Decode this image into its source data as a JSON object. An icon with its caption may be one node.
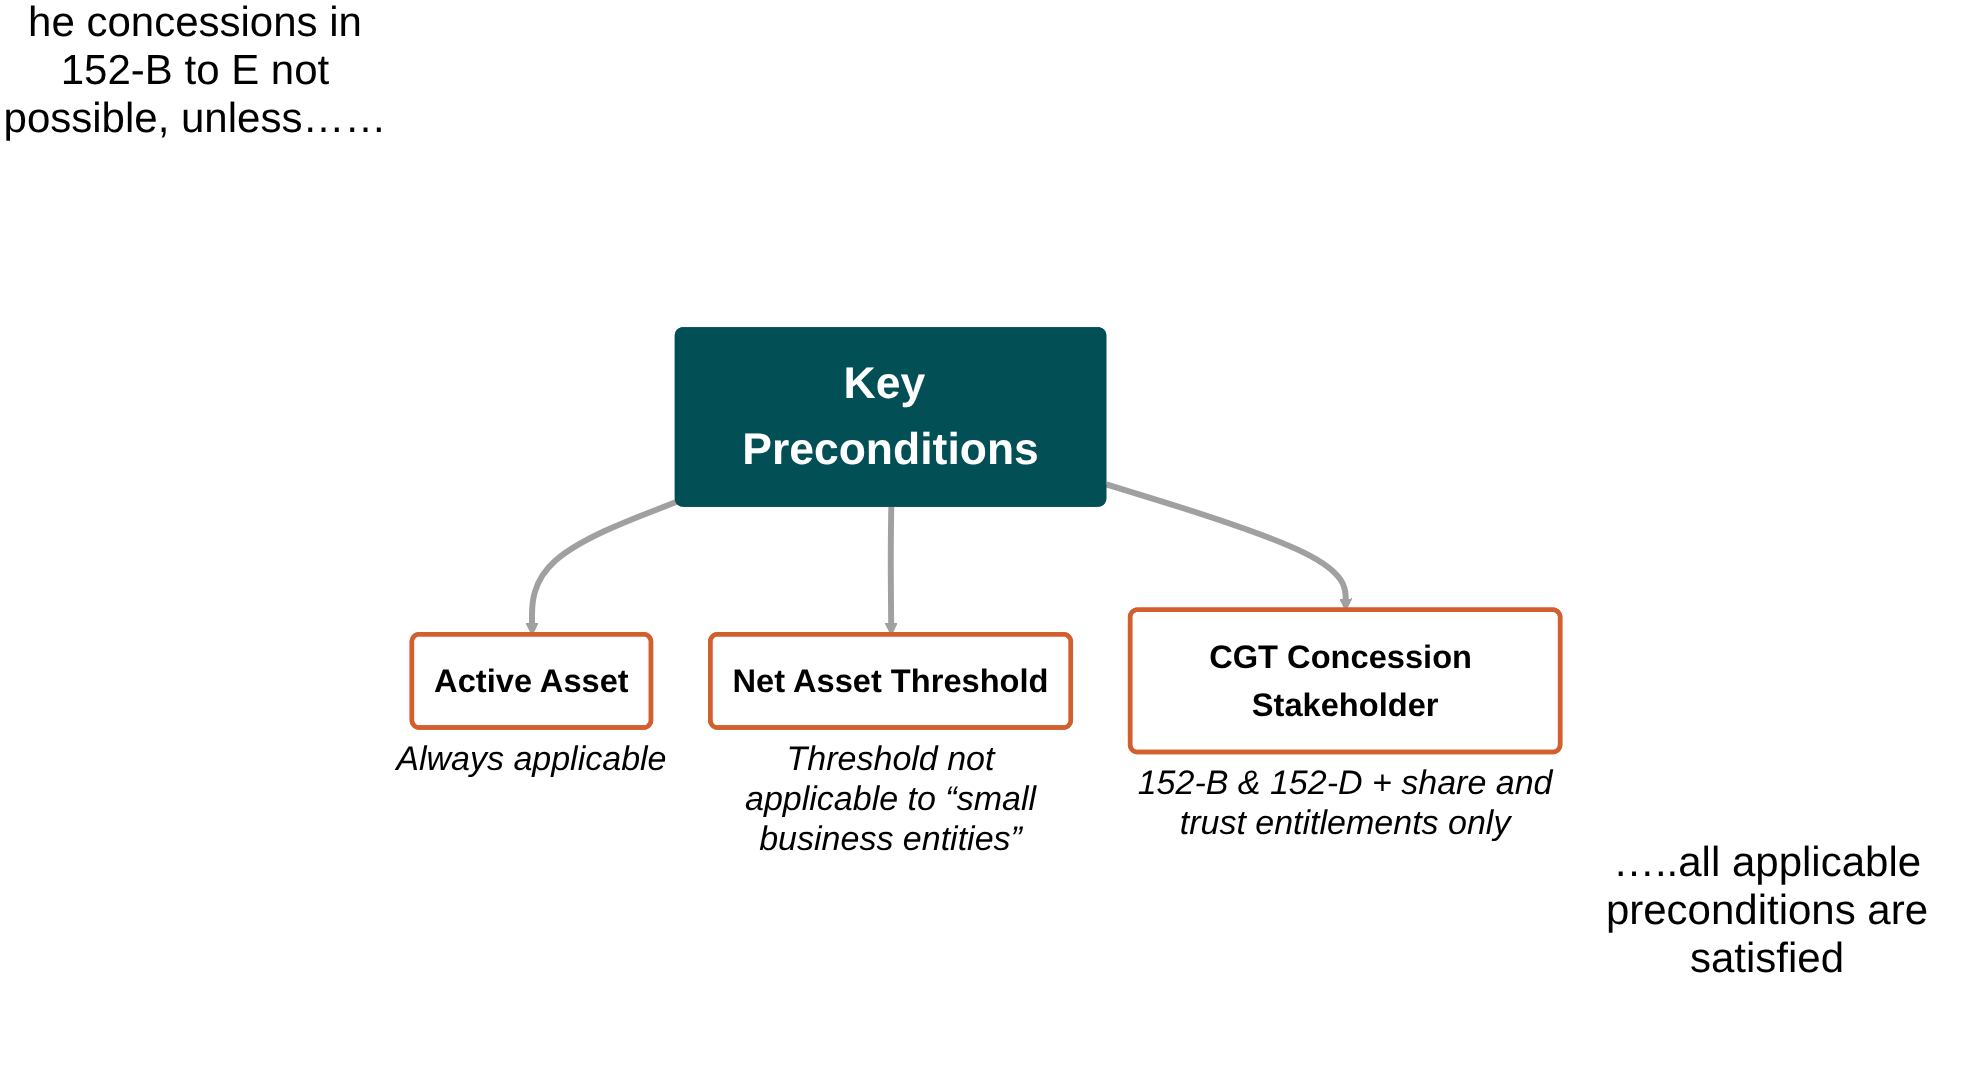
{
  "diagram": {
    "nodes": [
      {
        "text": [
          "Key Preconditions"
        ]
      },
      {
        "text": [
          "Active Asset"
        ],
        "beside": [
          "Always applicable"
        ]
      },
      {
        "text": [
          "Net Asset Threshold"
        ],
        "beside": [
          "Threshold not applicable to “small business entities”"
        ]
      },
      {
        "text": [
          "CGT Concession Stakeholder"
        ],
        "beside": [
          "152-B & 152-D + share and trust entitlements only"
        ]
      }
    ],
    "edges": [
      {
        "from": 0,
        "to": 1,
        "arrow": "to"
      },
      {
        "from": 0,
        "to": 2,
        "arrow": "to"
      },
      {
        "from": 0,
        "to": 3,
        "arrow": "to"
      }
    ],
    "labels": [
      "he concessions in 152-B to E not possible, unless……",
      "…..all applicable preconditions are satisfied"
    ]
  }
}
